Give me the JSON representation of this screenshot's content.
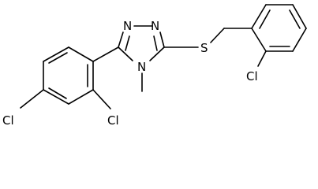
{
  "diagram": {
    "type": "chemical-structure",
    "atoms": {
      "n1": "N",
      "n2": "N",
      "n4": "N",
      "s": "S",
      "cl_benzyl": "Cl",
      "cl_para": "Cl",
      "cl_ortho": "Cl"
    }
  }
}
